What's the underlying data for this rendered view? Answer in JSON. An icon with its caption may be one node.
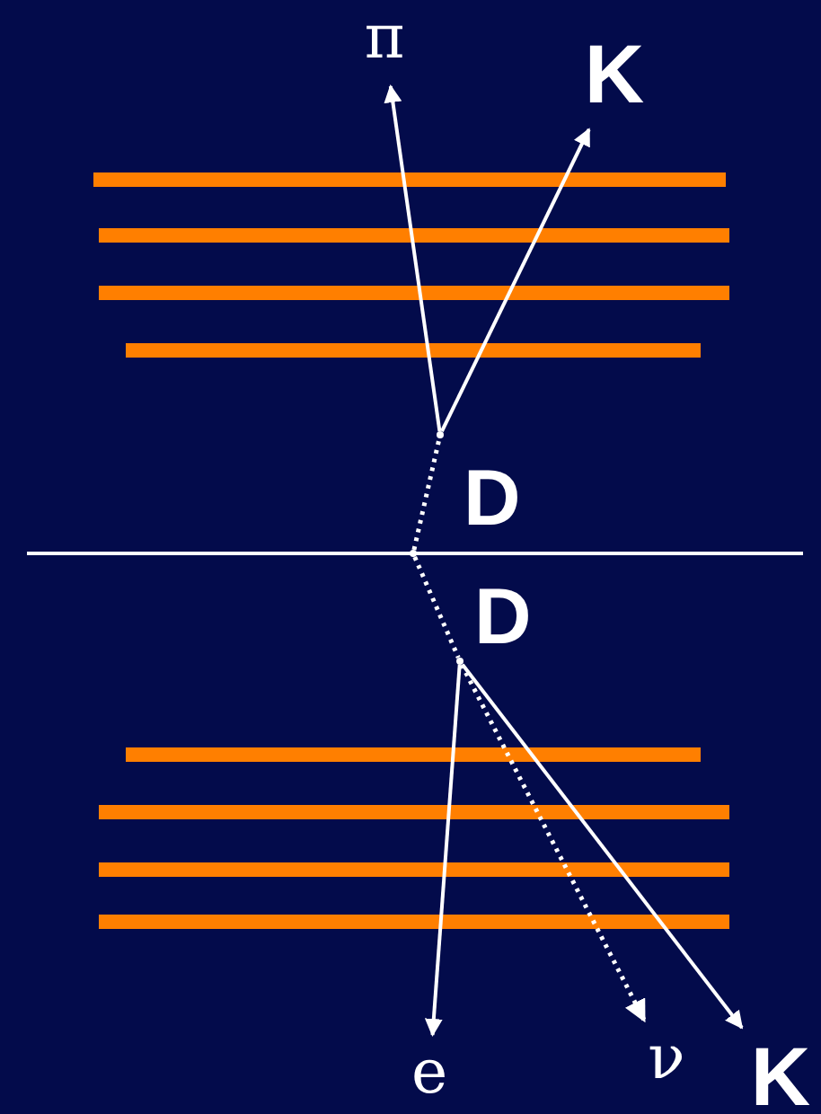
{
  "diagram": {
    "nodes": [
      {
        "text": [
          "π"
        ]
      },
      {
        "text": [
          "K"
        ]
      },
      {
        "text": [],
        "shape": "point"
      },
      {
        "text": [],
        "shape": "point"
      },
      {
        "text": [],
        "shape": "point"
      },
      {
        "text": [
          "e"
        ]
      },
      {
        "text": [
          "ν"
        ]
      },
      {
        "text": [
          "K"
        ]
      }
    ],
    "edges": [
      {
        "from": 2,
        "to": 0,
        "arrow": "to"
      },
      {
        "from": 2,
        "to": 1,
        "arrow": "to"
      },
      {
        "from": 3,
        "to": 2,
        "arrow": "none",
        "style": "dashed",
        "label": "D"
      },
      {
        "from": 3,
        "to": 4,
        "arrow": "none",
        "style": "dashed",
        "label": "D"
      },
      {
        "from": 4,
        "to": 5,
        "arrow": "to"
      },
      {
        "from": 4,
        "to": 6,
        "arrow": "to",
        "style": "dashed"
      },
      {
        "from": 4,
        "to": 7,
        "arrow": "to"
      }
    ]
  }
}
